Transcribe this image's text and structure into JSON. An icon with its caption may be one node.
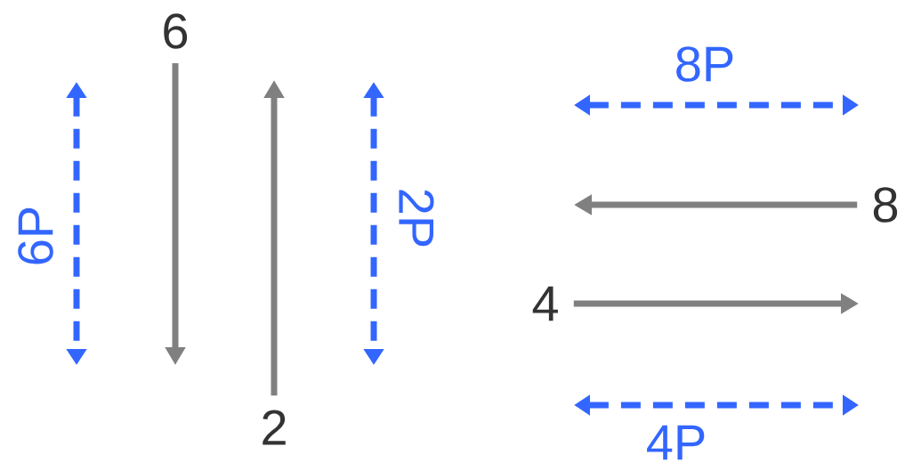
{
  "diagram": {
    "nodes": [
      {
        "text": [
          "6"
        ]
      },
      {
        "text": [
          "2"
        ]
      },
      {
        "text": [
          "8"
        ]
      },
      {
        "text": [
          "4"
        ]
      }
    ],
    "edges": [
      {
        "from": 0,
        "to": null,
        "arrow": "to"
      },
      {
        "from": 1,
        "to": null,
        "arrow": "to"
      },
      {
        "from": 2,
        "to": null,
        "arrow": "to"
      },
      {
        "from": 3,
        "to": null,
        "arrow": "to"
      }
    ],
    "labels": [
      "8P",
      "6P",
      "2P",
      "4P"
    ]
  }
}
